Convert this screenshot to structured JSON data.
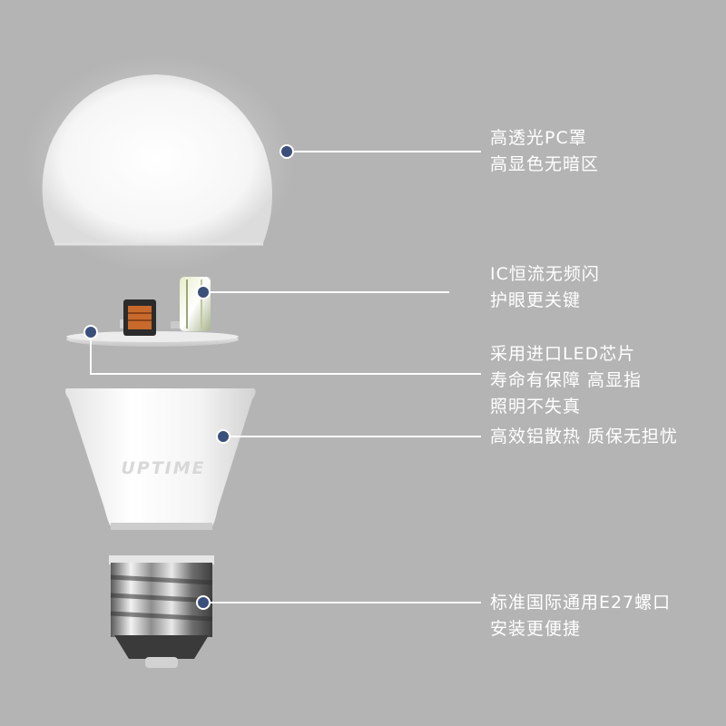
{
  "brand": {
    "logo_text": "UPTIME"
  },
  "colors": {
    "background": "#b4b4b4",
    "pointer_dot": "#3a4f7a",
    "pointer_line": "#ffffff",
    "label_text": "#ffffff"
  },
  "components": [
    {
      "id": "pc-cover",
      "lines": [
        "高透光PC罩",
        "高显色无暗区"
      ]
    },
    {
      "id": "ic-driver",
      "lines": [
        "IC恒流无频闪",
        "护眼更关键"
      ]
    },
    {
      "id": "led-chip",
      "lines": [
        "采用进口LED芯片",
        "寿命有保障 高显指",
        "照明不失真"
      ]
    },
    {
      "id": "aluminum-body",
      "lines": [
        "高效铝散热 质保无担忧"
      ]
    },
    {
      "id": "e27-base",
      "lines": [
        "标准国际通用E27螺口",
        "安装更便捷"
      ]
    }
  ]
}
